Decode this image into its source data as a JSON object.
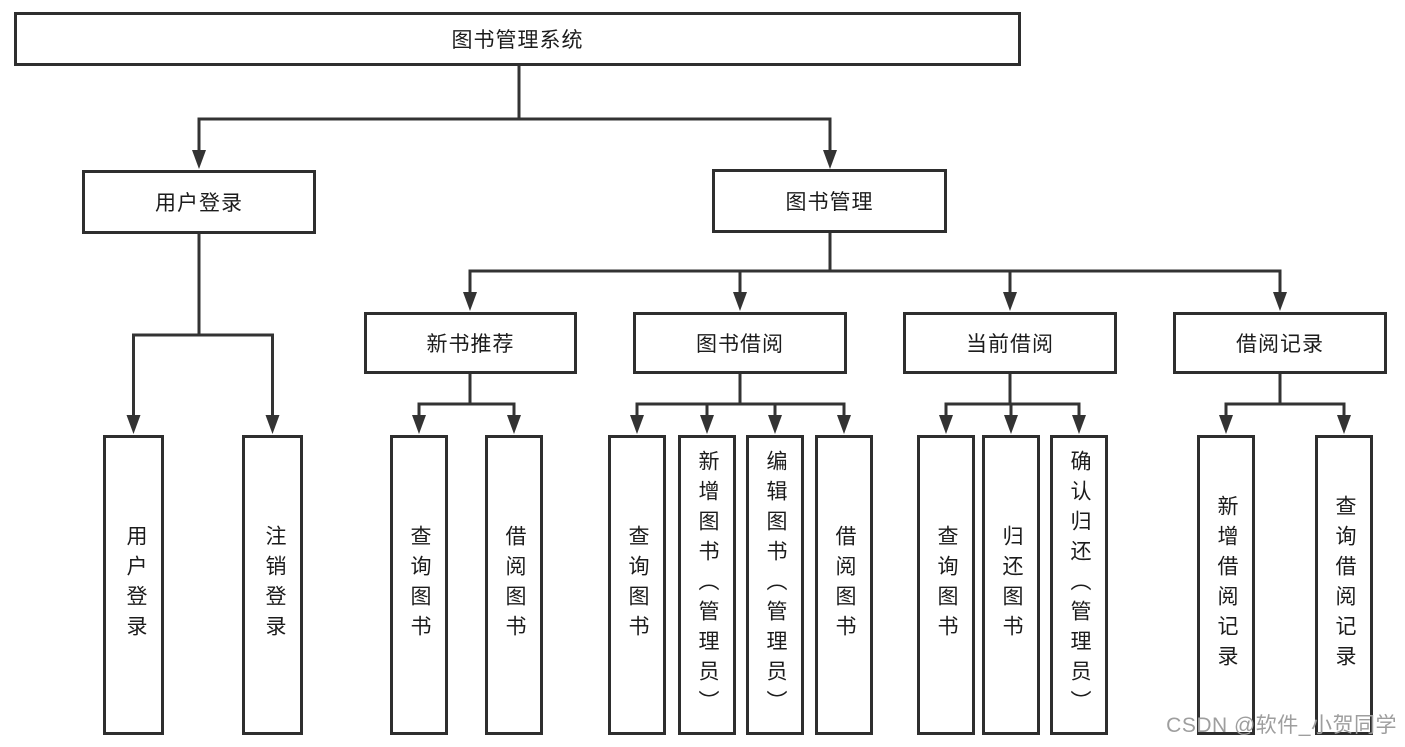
{
  "diagram": {
    "root": {
      "label": "图书管理系统"
    },
    "level2": {
      "user_login": {
        "label": "用户登录"
      },
      "book_mgmt": {
        "label": "图书管理"
      }
    },
    "level3": {
      "new_books": {
        "label": "新书推荐"
      },
      "book_borrow": {
        "label": "图书借阅"
      },
      "current_borrow": {
        "label": "当前借阅"
      },
      "borrow_records": {
        "label": "借阅记录"
      }
    },
    "leaves": {
      "user_login_children": [
        "用户登录",
        "注销登录"
      ],
      "new_books_children": [
        "查询图书",
        "借阅图书"
      ],
      "book_borrow_children": [
        "查询图书",
        "新增图书（管理员）",
        "编辑图书（管理员）",
        "借阅图书"
      ],
      "current_borrow_children": [
        "查询图书",
        "归还图书",
        "确认归还（管理员）"
      ],
      "borrow_records_children": [
        "新增借阅记录",
        "查询借阅记录"
      ]
    },
    "watermark": "CSDN @软件_小贺同学",
    "colors": {
      "line": "#333333",
      "box_border": "#2e2e2e",
      "box_fill": "#ffffff",
      "text": "#1c1c1c",
      "watermark": "#9e9e9e"
    }
  }
}
